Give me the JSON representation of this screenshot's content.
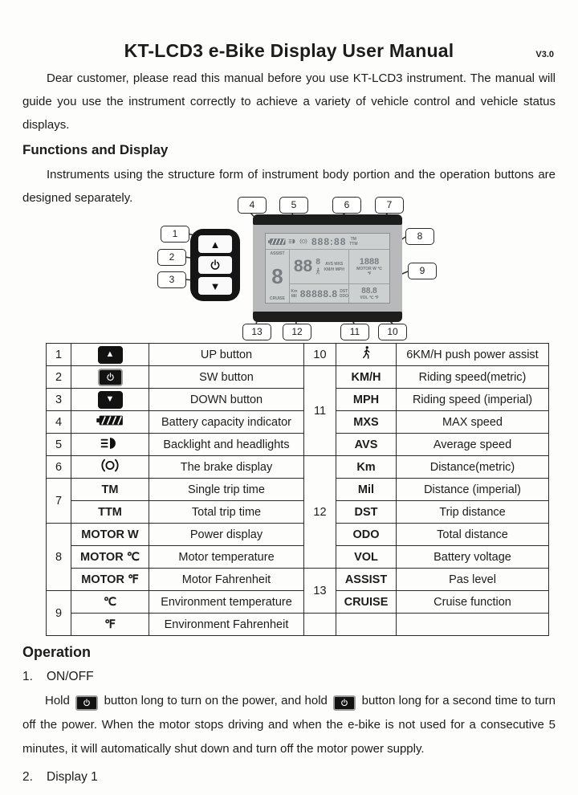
{
  "header": {
    "title": "KT-LCD3 e-Bike Display User Manual",
    "version": "V3.0"
  },
  "intro": "Dear customer, please read this manual before you use KT-LCD3 instrument. The manual will guide you use the instrument correctly to achieve a variety of vehicle control and vehicle status displays.",
  "functions": {
    "heading": "Functions and Display",
    "body": "Instruments using the structure form of instrument body portion and the operation buttons are designed separately."
  },
  "icons": {
    "up_arrow": "▲",
    "down_arrow": "▼",
    "power": "power-icon",
    "battery": "battery-icon",
    "headlight": "headlight-icon",
    "brake": "brake-icon",
    "pedestrian": "pedestrian-icon"
  },
  "diagram": {
    "callouts": [
      "1",
      "2",
      "3",
      "4",
      "5",
      "6",
      "7",
      "8",
      "9",
      "10",
      "11",
      "12",
      "13"
    ],
    "lcd": {
      "time_digits": "888:88",
      "time_units": "TM TTM",
      "assist_label": "ASSIST",
      "assist_digit": "8",
      "cruise_label": "CRUISE",
      "speed_digits": "88",
      "speed_small_digit": "8",
      "speed_units_top": "AVS MXS",
      "speed_units_bottom": "KM/H MPH",
      "watt_digits": "1888",
      "watt_labels": "MOTOR W ℃ ℉",
      "dist_units_left": "Km Mil",
      "dist_digits": "88888.8",
      "dist_units_right": "DST ODO",
      "temp_digits": "88.8",
      "temp_labels": "VOL ℃ ℉"
    }
  },
  "table": {
    "left": [
      {
        "num": "1",
        "desc": "UP button"
      },
      {
        "num": "2",
        "desc": "SW button"
      },
      {
        "num": "3",
        "desc": "DOWN button"
      },
      {
        "num": "4",
        "desc": "Battery capacity indicator"
      },
      {
        "num": "5",
        "desc": "Backlight and headlights"
      },
      {
        "num": "6",
        "desc": "The brake display"
      },
      {
        "num": "7",
        "label": "TM",
        "desc": "Single trip time"
      },
      {
        "label": "TTM",
        "desc": "Total trip time"
      },
      {
        "num": "8",
        "label": "MOTOR W",
        "desc": "Power display"
      },
      {
        "label": "MOTOR ℃",
        "desc": "Motor temperature"
      },
      {
        "label": "MOTOR ℉",
        "desc": "Motor Fahrenheit"
      },
      {
        "num": "9",
        "label": "℃",
        "desc": "Environment temperature"
      },
      {
        "label": "℉",
        "desc": "Environment Fahrenheit"
      }
    ],
    "right": [
      {
        "num": "10",
        "desc": "6KM/H push power assist"
      },
      {
        "num": "11",
        "label": "KM/H",
        "desc": "Riding speed(metric)"
      },
      {
        "label": "MPH",
        "desc": "Riding speed (imperial)"
      },
      {
        "label": "MXS",
        "desc": "MAX speed"
      },
      {
        "label": "AVS",
        "desc": "Average speed"
      },
      {
        "num": "12",
        "label": "Km",
        "desc": "Distance(metric)"
      },
      {
        "label": "Mil",
        "desc": "Distance (imperial)"
      },
      {
        "label": "DST",
        "desc": "Trip distance"
      },
      {
        "label": "ODO",
        "desc": "Total distance"
      },
      {
        "label": "VOL",
        "desc": "Battery voltage"
      },
      {
        "num": "13",
        "label": "ASSIST",
        "desc": "Pas level"
      },
      {
        "label": "CRUISE",
        "desc": "Cruise function"
      }
    ]
  },
  "operation": {
    "heading": "Operation",
    "item1_num": "1.",
    "item1_title": "ON/OFF",
    "para_part1": "Hold",
    "para_part2": "button long to turn on the power, and hold",
    "para_part3": "button long for a second time to turn off the power. When the motor stops driving and when the e-bike is not used for a consecutive 5 minutes, it will automatically shut down and turn off the motor power supply.",
    "item2_num": "2.",
    "item2_title": "Display 1"
  }
}
